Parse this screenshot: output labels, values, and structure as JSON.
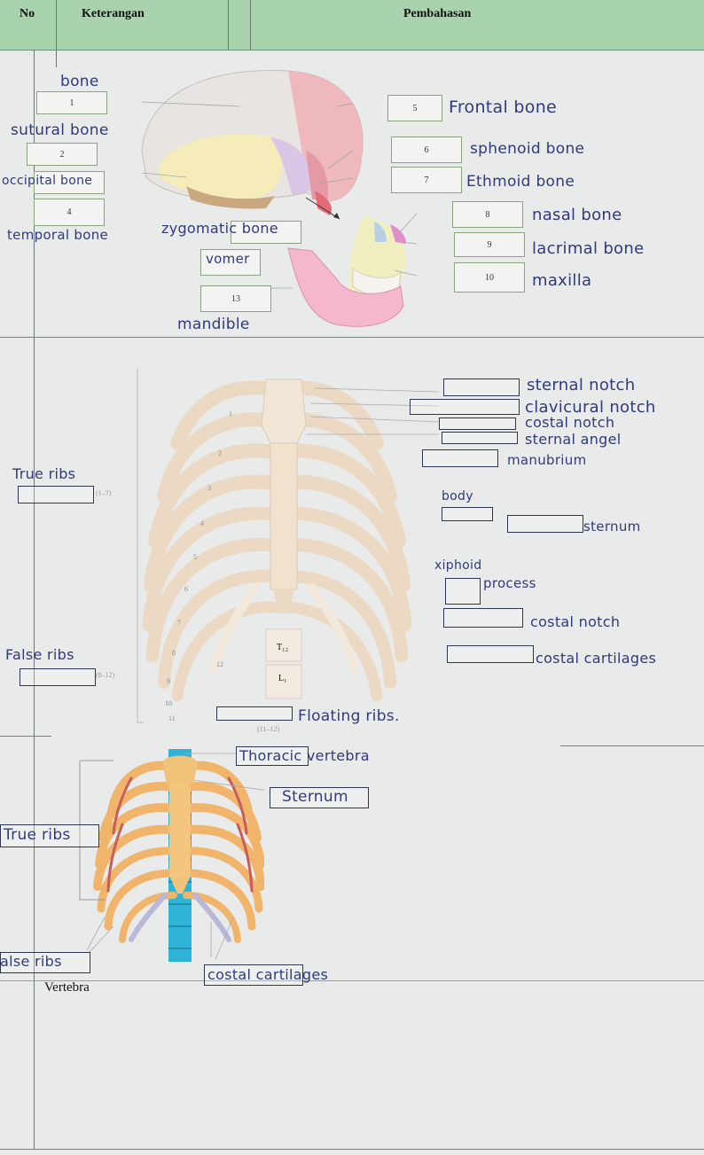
{
  "header": {
    "no": "No",
    "keterangan": "Keterangan",
    "pembahasan": "Pembahasan"
  },
  "skull": {
    "box_numbers": [
      "1",
      "2",
      "4",
      "5",
      "6",
      "7",
      "8",
      "9",
      "10",
      "13"
    ],
    "labels": {
      "bone": "bone",
      "sutural": "sutural bone",
      "occipital": "occipital bone",
      "temporal": "temporal bone",
      "zygomatic": "zygomatic bone",
      "vomer": "vomer",
      "mandible": "mandible",
      "frontal": "Frontal bone",
      "sphenoid": "sphenoid bone",
      "ethmoid": "Ethmoid bone",
      "nasal": "nasal bone",
      "lacrimal": "lacrimal bone",
      "maxilla": "maxilla"
    }
  },
  "ribcage": {
    "labels": {
      "sternal_notch": "sternal notch",
      "clavicural_notch": "clavicural notch",
      "costal_notch_top": "costal notch",
      "sternal_angel": "sternal angel",
      "manubrium": "manubrium",
      "body": "body",
      "sternum": "sternum",
      "xiphoid": "xiphoid",
      "process": "process",
      "costal_notch": "costal notch",
      "costal_cartilages": "costal cartilages",
      "true_ribs": "True ribs",
      "false_ribs": "False ribs",
      "floating_ribs": "Floating ribs."
    },
    "printed": {
      "t12": "T₁₂",
      "l1": "L₁",
      "true_range": "(1–7)",
      "false_range": "(8–12)",
      "floating_range": "(11–12)"
    },
    "rib_numbers": [
      "1",
      "2",
      "3",
      "4",
      "5",
      "6",
      "7",
      "8",
      "9",
      "10",
      "11",
      "12"
    ]
  },
  "thorax": {
    "labels": {
      "thoracic_vertebra": "Thoracic vertebra",
      "sternum": "Sternum",
      "true_ribs": "True ribs",
      "false_ribs": "alse ribs",
      "costal_cartilages": "costal cartilages"
    },
    "caption": "Vertebra"
  },
  "colors": {
    "header_bg": "#a9d3ad",
    "ink": "#2f3b7a",
    "box_border": "#87a47f"
  }
}
